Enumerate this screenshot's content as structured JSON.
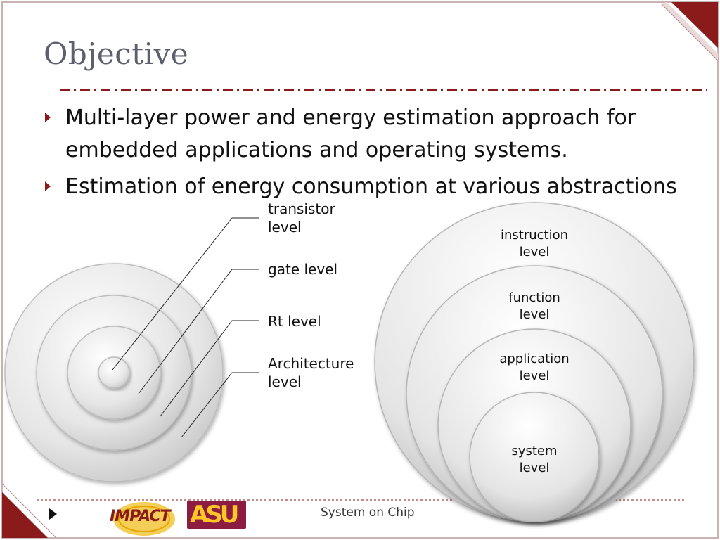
{
  "slide": {
    "title": "Objective",
    "bullets": [
      "Multi-layer power and energy estimation approach for embedded applications and operating systems.",
      "Estimation of energy consumption at various abstractions"
    ]
  },
  "left_diagram": {
    "labels": [
      {
        "line1": "transistor",
        "line2": "level"
      },
      {
        "line1": "gate level",
        "line2": ""
      },
      {
        "line1": "Rt level",
        "line2": ""
      },
      {
        "line1": "Architecture",
        "line2": "level"
      }
    ]
  },
  "right_diagram": {
    "labels": [
      {
        "line1": "instruction",
        "line2": "level"
      },
      {
        "line1": "function",
        "line2": "level"
      },
      {
        "line1": "application",
        "line2": "level"
      },
      {
        "line1": "system",
        "line2": "level"
      }
    ]
  },
  "footer": {
    "text": "System on Chip",
    "logos": [
      "IMPACT",
      "ASU"
    ]
  },
  "colors": {
    "accent": "#8b1a1a",
    "title": "#5d5f6e"
  }
}
